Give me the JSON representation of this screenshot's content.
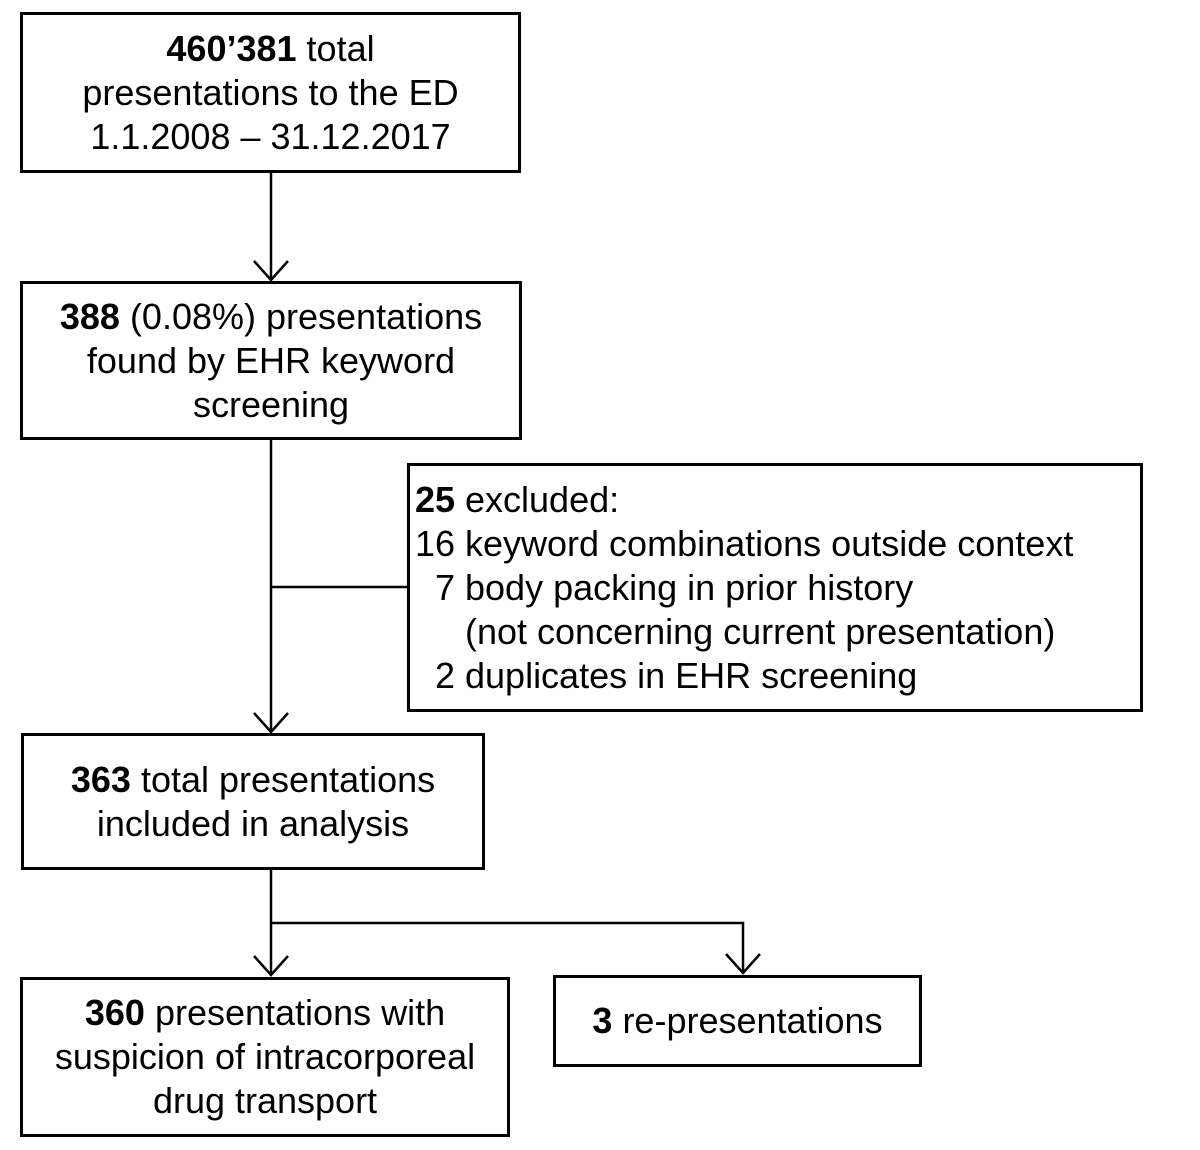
{
  "flowchart": {
    "boxes": {
      "total": {
        "lines": [
          {
            "b": "460’381",
            "t": " total"
          },
          {
            "b": "",
            "t": "presentations to the ED"
          },
          {
            "b": "",
            "t": "1.1.2008 – 31.12.2017"
          }
        ]
      },
      "keyword": {
        "lines": [
          {
            "b": "388",
            "t": " (0.08%) presentations"
          },
          {
            "b": "",
            "t": "found by EHR keyword"
          },
          {
            "b": "",
            "t": "screening"
          }
        ]
      },
      "excluded": {
        "rows": [
          {
            "num": "25",
            "text": "excluded:"
          },
          {
            "num": "16",
            "text": "keyword combinations outside context"
          },
          {
            "num": "7",
            "text": "body packing in prior history"
          },
          {
            "num": "",
            "text": "(not concerning current presentation)"
          },
          {
            "num": "2",
            "text": "duplicates in EHR screening"
          }
        ]
      },
      "included": {
        "lines": [
          {
            "b": "363",
            "t": " total presentations"
          },
          {
            "b": "",
            "t": "included in analysis"
          }
        ]
      },
      "suspicion": {
        "lines": [
          {
            "b": "360",
            "t": " presentations with"
          },
          {
            "b": "",
            "t": "suspicion of intracorporeal"
          },
          {
            "b": "",
            "t": "drug transport"
          }
        ]
      },
      "representations": {
        "lines": [
          {
            "b": "3",
            "t": " re-presentations"
          }
        ]
      }
    },
    "colors": {
      "line": "#000000",
      "border": "#000000",
      "text": "#000000",
      "background": "#ffffff"
    }
  }
}
